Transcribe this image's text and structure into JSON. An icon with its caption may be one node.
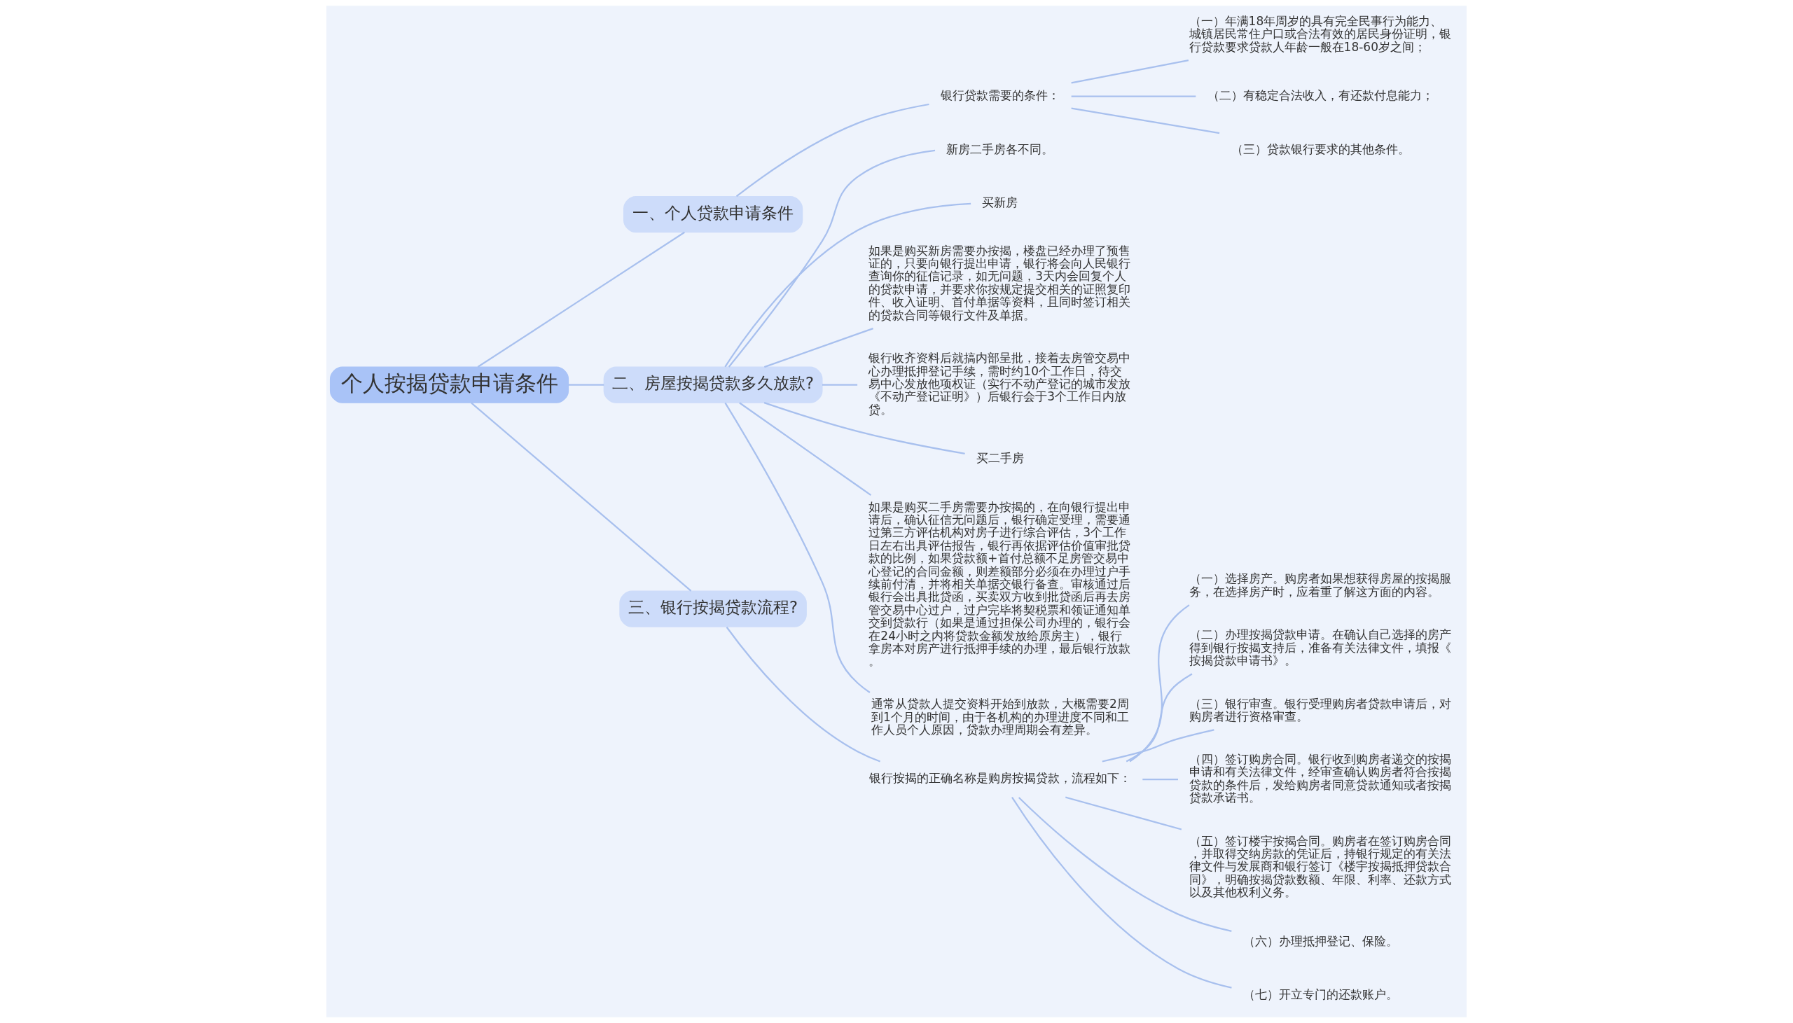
{
  "diagram": {
    "nodes": [
      {
        "text": [
          "个人按揭贷款申请条件"
        ]
      },
      {
        "text": [
          "一、个人贷款申请条件"
        ]
      },
      {
        "text": [
          "银行贷款需要的条件："
        ]
      },
      {
        "text": [
          "（一）年满18年周岁的具有完全民事行为能力、城镇居民常住户口或合法有效的居民身份证明，银行贷款要求贷款人年龄一般在18-60岁之间；"
        ]
      },
      {
        "text": [
          "（二）有稳定合法收入，有还款付息能力；"
        ]
      },
      {
        "text": [
          "（三）贷款银行要求的其他条件。"
        ]
      },
      {
        "text": [
          "二、房屋按揭贷款多久放款?"
        ]
      },
      {
        "text": [
          "新房二手房各不同。"
        ]
      },
      {
        "text": [
          "买新房"
        ]
      },
      {
        "text": [
          "如果是购买新房需要办按揭，楼盘已经办理了预售证的，只要向银行提出申请，银行将会向人民银行查询你的征信记录，如无问题，3天内会回复个人的贷款申请，并要求你按规定提交相关的证照复印件、收入证明、首付单据等资料，且同时签订相关的贷款合同等银行文件及单据。"
        ]
      },
      {
        "text": [
          "银行收齐资料后就搞内部呈批，接着去房管交易中心办理抵押登记手续，需时约10个工作日，待交易中心发放他项权证（实行不动产登记的城市发放《不动产登记证明》）后银行会于3个工作日内放贷。"
        ]
      },
      {
        "text": [
          "买二手房"
        ]
      },
      {
        "text": [
          "如果是购买二手房需要办按揭的，在向银行提出申请后，确认征信无问题后，银行确定受理，需要通过第三方评估机构对房子进行综合评估，3个工作日左右出具评估报告，银行再依据评估价值审批贷款的比例，如果贷款额+首付总额不足房管交易中心登记的合同金额，则差额部分必须在办理过户手续前付清，并将相关单据交银行备查。审核通过后银行会出具批贷函，买卖双方收到批贷函后再去房管交易中心过户，过户完毕将契税票和领证通知单交到贷款行（如果是通过担保公司办理的，银行会在24小时之内将贷款金额发放给原房主），银行拿房本对房产进行抵押手续的办理，最后银行放款。"
        ]
      },
      {
        "text": [
          "通常从贷款人提交资料开始到放款，大概需要2周到1个月的时间，由于各机构的办理进度不同和工作人员个人原因，贷款办理周期会有差异。"
        ]
      },
      {
        "text": [
          "三、银行按揭贷款流程?"
        ]
      },
      {
        "text": [
          "银行按揭的正确名称是购房按揭贷款，流程如下："
        ]
      },
      {
        "text": [
          "（一）选择房产。购房者如果想获得房屋的按揭服务，在选择房产时，应着重了解这方面的内容。"
        ]
      },
      {
        "text": [
          "（二）办理按揭贷款申请。在确认自己选择的房产得到银行按揭支持后，准备有关法律文件，填报《按揭贷款申请书》。"
        ]
      },
      {
        "text": [
          "（三）银行审查。银行受理购房者贷款申请后，对购房者进行资格审查。"
        ]
      },
      {
        "text": [
          "（四）签订购房合同。银行收到购房者递交的按揭申请和有关法律文件，经审查确认购房者符合按揭贷款的条件后，发给购房者同意贷款通知或者按揭贷款承诺书。"
        ]
      },
      {
        "text": [
          "（五）签订楼宇按揭合同。购房者在签订购房合同，并取得交纳房款的凭证后，持银行规定的有关法律文件与发展商和银行签订《楼宇按揭抵押贷款合同》，明确按揭贷款数额、年限、利率、还款方式以及其他权利义务。"
        ]
      },
      {
        "text": [
          "（六）办理抵押登记、保险。"
        ]
      },
      {
        "text": [
          "（七）开立专门的还款账户。"
        ]
      }
    ],
    "edges": [
      {
        "from": 0,
        "to": 1,
        "arrow": "none"
      },
      {
        "from": 1,
        "to": 2,
        "arrow": "none"
      },
      {
        "from": 2,
        "to": 3,
        "arrow": "none"
      },
      {
        "from": 2,
        "to": 4,
        "arrow": "none"
      },
      {
        "from": 2,
        "to": 5,
        "arrow": "none"
      },
      {
        "from": 0,
        "to": 6,
        "arrow": "none"
      },
      {
        "from": 6,
        "to": 7,
        "arrow": "none"
      },
      {
        "from": 6,
        "to": 8,
        "arrow": "none"
      },
      {
        "from": 6,
        "to": 9,
        "arrow": "none"
      },
      {
        "from": 6,
        "to": 10,
        "arrow": "none"
      },
      {
        "from": 6,
        "to": 11,
        "arrow": "none"
      },
      {
        "from": 6,
        "to": 12,
        "arrow": "none"
      },
      {
        "from": 6,
        "to": 13,
        "arrow": "none"
      },
      {
        "from": 0,
        "to": 14,
        "arrow": "none"
      },
      {
        "from": 14,
        "to": 15,
        "arrow": "none"
      },
      {
        "from": 15,
        "to": 16,
        "arrow": "none"
      },
      {
        "from": 15,
        "to": 17,
        "arrow": "none"
      },
      {
        "from": 15,
        "to": 18,
        "arrow": "none"
      },
      {
        "from": 15,
        "to": 19,
        "arrow": "none"
      },
      {
        "from": 15,
        "to": 20,
        "arrow": "none"
      },
      {
        "from": 15,
        "to": 21,
        "arrow": "none"
      },
      {
        "from": 15,
        "to": 22,
        "arrow": "none"
      }
    ]
  }
}
